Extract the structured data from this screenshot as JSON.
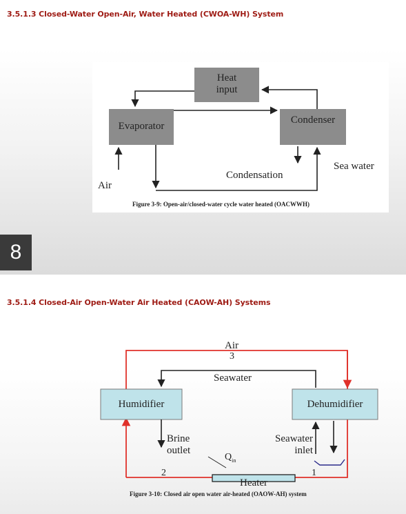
{
  "slide1": {
    "heading": "3.5.1.3 Closed-Water Open-Air, Water Heated (CWOA-WH) System",
    "figure": {
      "heat_input_line1": "Heat",
      "heat_input_line2": "input",
      "evaporator": "Evaporator",
      "condenser": "Condenser",
      "condensation": "Condensation",
      "sea_water": "Sea water",
      "air": "Air",
      "caption": "Figure 3-9: Open-air/closed-water cycle water heated (OACWWH)"
    },
    "page_number": "8"
  },
  "slide2": {
    "heading": "3.5.1.4 Closed-Air Open-Water Air Heated (CAOW-AH) Systems",
    "figure": {
      "air": "Air",
      "air_number": "3",
      "seawater": "Seawater",
      "humidifier": "Humidifier",
      "dehumidifier": "Dehumidifier",
      "brine_line1": "Brine",
      "brine_line2": "outlet",
      "seawater_inlet_line1": "Seawater",
      "seawater_inlet_line2": "inlet",
      "q_in": "Q",
      "q_in_sub": "in",
      "heater": "Heater",
      "point_2": "2",
      "point_1": "1",
      "caption": "Figure 3-10: Closed air open water air-heated (OAOW-AH) system"
    }
  },
  "colors": {
    "heading": "#9e1b14",
    "box_gray": "#8c8c8c",
    "box_blue": "#bfe3ea",
    "air_loop": "#e0312a"
  }
}
